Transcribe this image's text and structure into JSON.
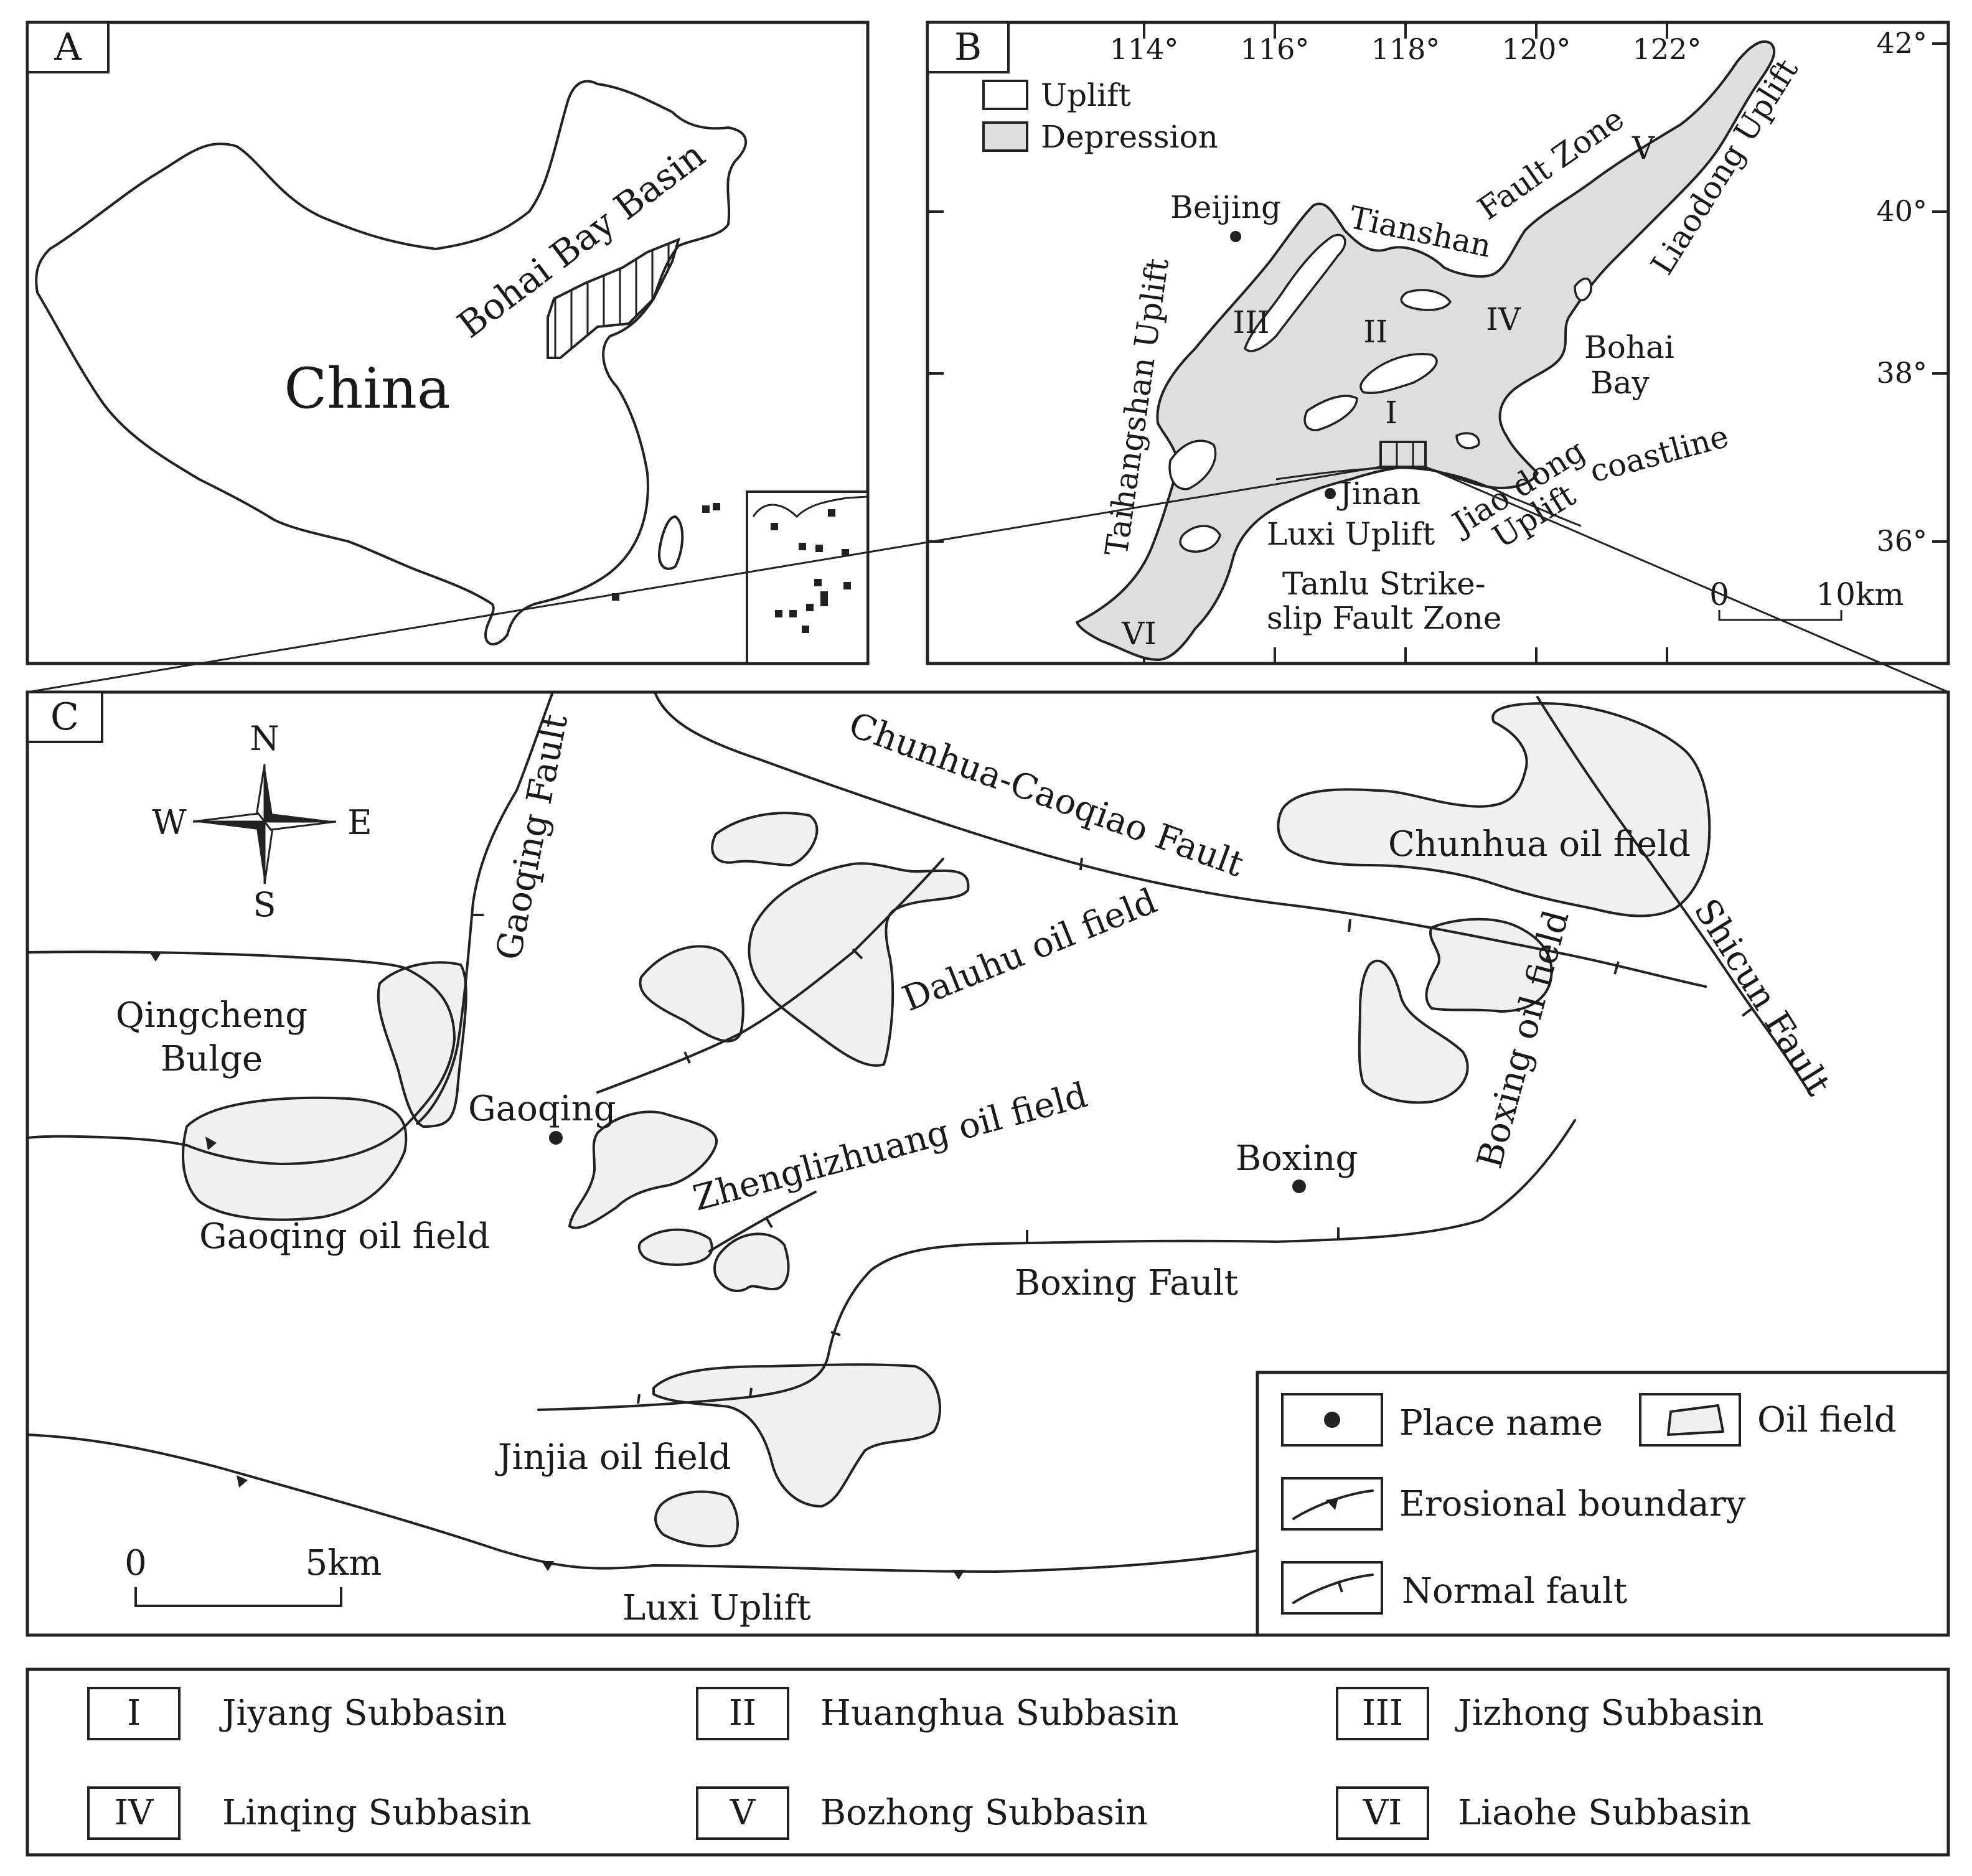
{
  "panels": {
    "a": {
      "letter": "A",
      "country_label": "China",
      "basin_label": "Bohai Bay Basin"
    },
    "b": {
      "letter": "B",
      "legend": {
        "uplift": "Uplift",
        "depression": "Depression"
      },
      "lon_ticks": [
        "114°",
        "116°",
        "118°",
        "120°",
        "122°"
      ],
      "lat_ticks": [
        "42°",
        "40°",
        "38°",
        "36°"
      ],
      "labels": {
        "beijing": "Beijing",
        "tianshan": "Tianshan",
        "fault_zone": "Fault Zone",
        "liaodong_uplift": "Liaodong Uplift",
        "taihangshan_uplift": "Taihangshan Uplift",
        "bohai": "Bohai",
        "bay": "Bay",
        "jinan": "Jinan",
        "luxi_uplift": "Luxi Uplift",
        "jiaodong": "Jiao dong",
        "jiaodong_uplift": "Uplift",
        "coastline": "coastline",
        "tanlu_1": "Tanlu Strike-",
        "tanlu_2": "slip Fault Zone",
        "scale_zero": "0",
        "scale_end": "10km"
      },
      "subbasins": [
        "I",
        "II",
        "III",
        "IV",
        "V",
        "VI"
      ]
    },
    "c": {
      "letter": "C",
      "compass": {
        "n": "N",
        "s": "S",
        "e": "E",
        "w": "W"
      },
      "labels": {
        "gaoqing_fault": "Gaoqing Fault",
        "chunhua_caoqiao_fault": "Chunhua-Caoqiao Fault",
        "chunhua_oil_field": "Chunhua oil field",
        "daluhu_oil_field": "Daluhu oil field",
        "qingcheng_1": "Qingcheng",
        "qingcheng_2": "Bulge",
        "gaoqing": "Gaoqing",
        "zhenglizhuang_oil_field": "Zhenglizhuang oil field",
        "boxing_oil_field": "Boxing oil field",
        "shicun_fault": "Shicun Fault",
        "boxing": "Boxing",
        "gaoqing_oil_field": "Gaoqing oil field",
        "boxing_fault": "Boxing Fault",
        "jinjia_oil_field": "Jinjia oil field",
        "luxi_uplift": "Luxi Uplift",
        "scale_zero": "0",
        "scale_end": "5km"
      },
      "legend": {
        "place_name": "Place name",
        "oil_field": "Oil field",
        "erosional_boundary": "Erosional boundary",
        "normal_fault": "Normal fault"
      }
    }
  },
  "subbasin_key": [
    {
      "numeral": "I",
      "name": "Jiyang Subbasin"
    },
    {
      "numeral": "II",
      "name": "Huanghua Subbasin"
    },
    {
      "numeral": "III",
      "name": "Jizhong Subbasin"
    },
    {
      "numeral": "IV",
      "name": "Linqing Subbasin"
    },
    {
      "numeral": "V",
      "name": "Bozhong Subbasin"
    },
    {
      "numeral": "VI",
      "name": "Liaohe Subbasin"
    }
  ]
}
